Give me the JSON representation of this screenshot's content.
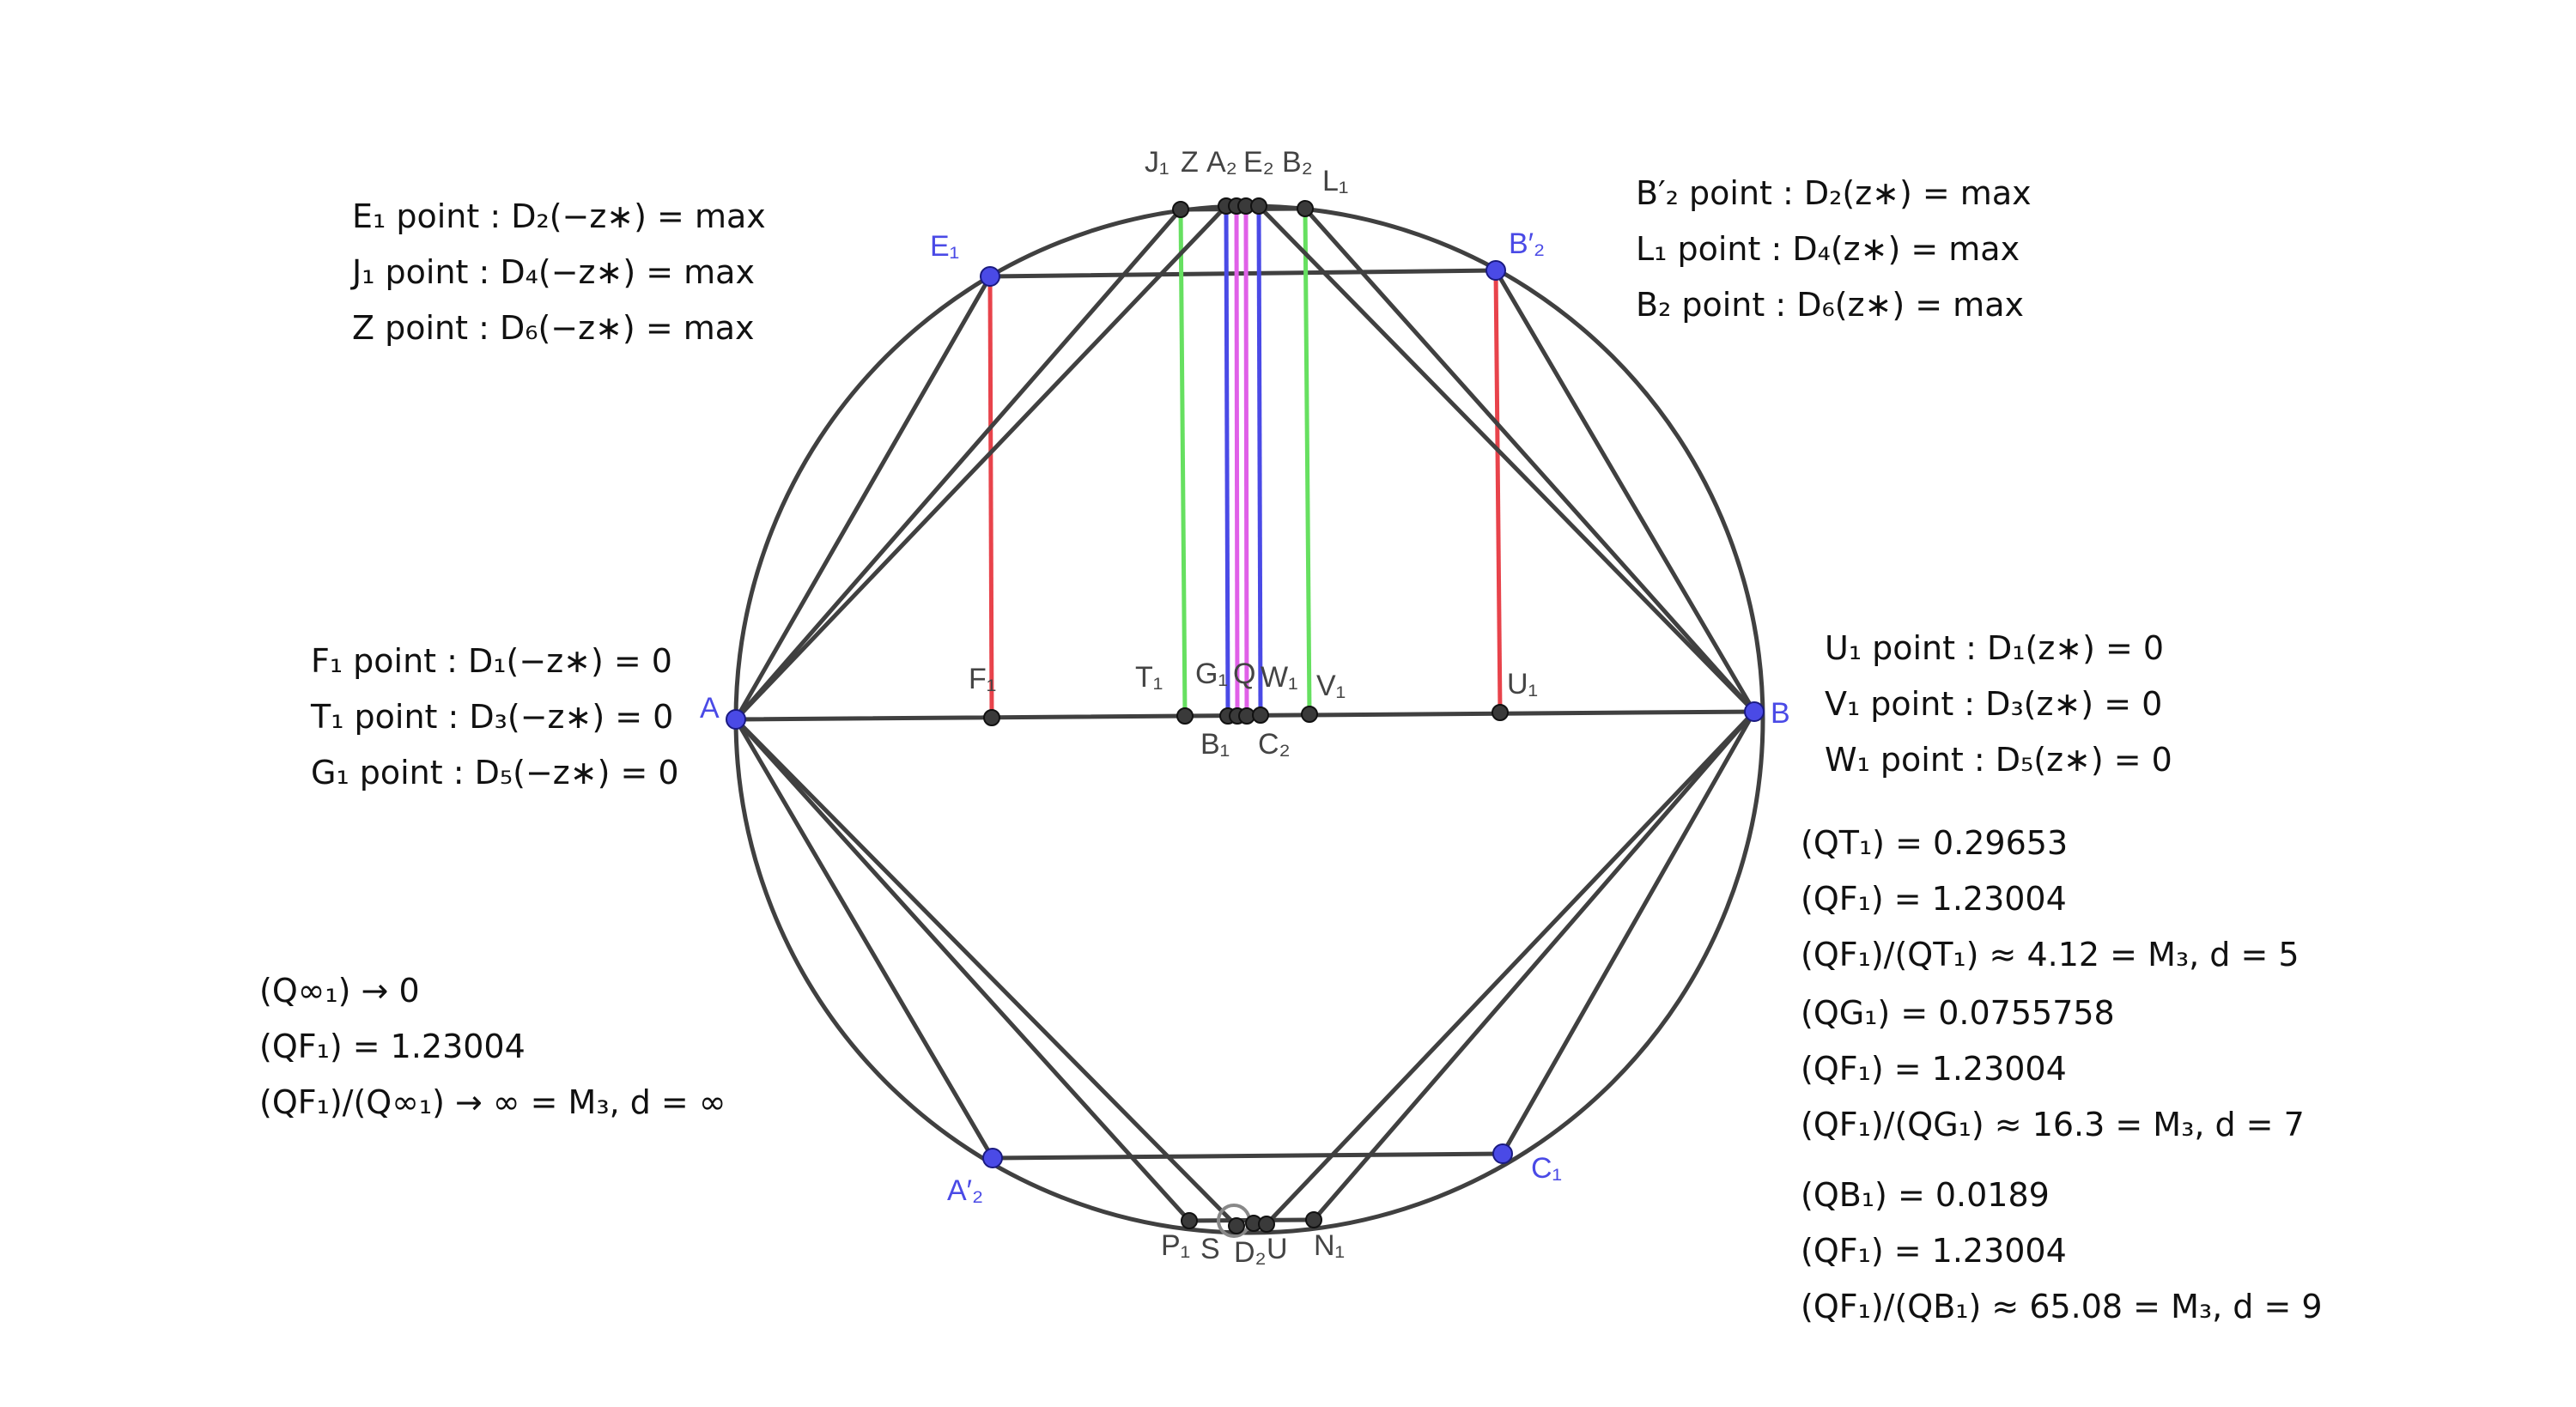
{
  "points": {
    "J1": "J₁",
    "Z": "Z",
    "A2": "A₂",
    "E2": "E₂",
    "B2": "B₂",
    "L1": "L₁",
    "E1": "E₁",
    "B2p": "B′₂",
    "A": "A",
    "B": "B",
    "F1": "F₁",
    "T1": "T₁",
    "G1": "G₁",
    "Q": "Q",
    "W1": "W₁",
    "V1": "V₁",
    "U1": "U₁",
    "B1": "B₁",
    "C2": "C₂",
    "A2p": "A′₂",
    "C1": "C₁",
    "P1": "P₁",
    "S": "S",
    "D2": "D₂",
    "U": "U",
    "N1": "N₁"
  },
  "annotations": {
    "top_left": [
      "E₁  point : D₂(−z∗) = max",
      "J₁  point : D₄(−z∗) = max",
      "Z  point : D₆(−z∗) = max"
    ],
    "top_right": [
      "B′₂  point : D₂(z∗) = max",
      "L₁  point : D₄(z∗) = max",
      "B₂  point : D₆(z∗) = max"
    ],
    "mid_left": [
      "F₁  point : D₁(−z∗) = 0",
      "T₁  point : D₃(−z∗) = 0",
      "G₁  point : D₅(−z∗) = 0"
    ],
    "mid_right": [
      "U₁  point : D₁(z∗) = 0",
      "V₁  point : D₃(z∗) = 0",
      "W₁  point : D₅(z∗) = 0"
    ],
    "bottom_left": [
      "(Q∞₁) → 0",
      "(QF₁) = 1.23004",
      "(QF₁)/(Q∞₁) → ∞ = M₃, d = ∞"
    ],
    "right_block_1": [
      "(QT₁) = 0.29653",
      "(QF₁) = 1.23004",
      "(QF₁)/(QT₁) ≈ 4.12 = M₃, d = 5"
    ],
    "right_block_2": [
      "(QG₁) = 0.0755758",
      "(QF₁) = 1.23004",
      "(QF₁)/(QG₁) ≈ 16.3 = M₃, d = 7"
    ],
    "right_block_3": [
      "(QB₁) = 0.0189",
      "(QF₁) = 1.23004",
      "(QF₁)/(QB₁) ≈ 65.08 = M₃, d = 9"
    ]
  }
}
